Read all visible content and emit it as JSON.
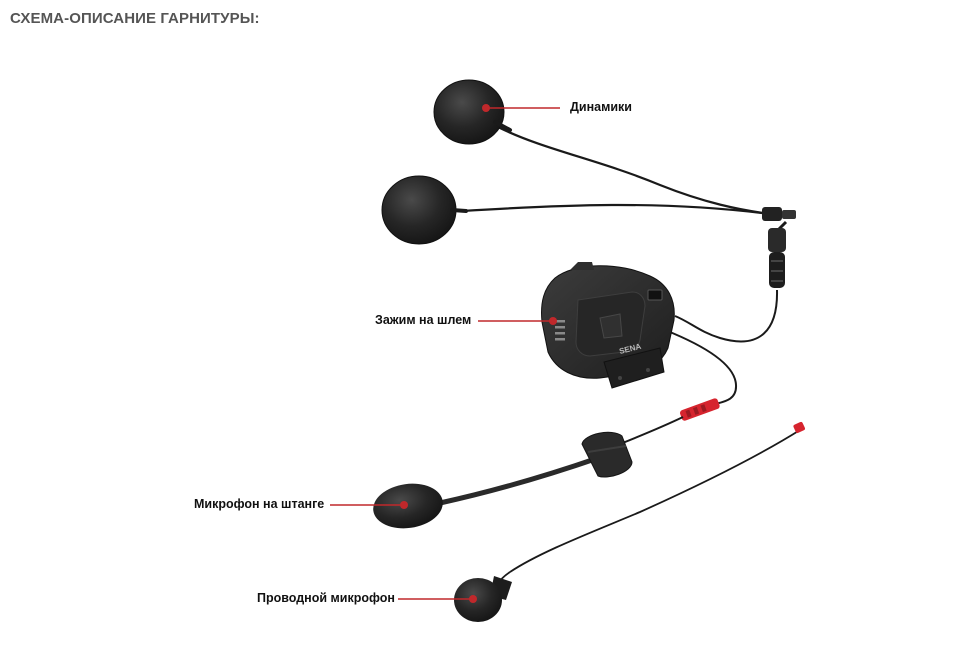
{
  "page": {
    "title": "СХЕМА-ОПИСАНИЕ ГАРНИТУРЫ:"
  },
  "colors": {
    "title_text": "#555555",
    "label_text": "#111111",
    "callout_red": "#c0282b",
    "device_dark": "#2b2b2b",
    "foam_dark": "#1f1f1f",
    "connector_red": "#d6242e"
  },
  "callouts": {
    "speakers": "Динамики",
    "helmet_clamp": "Зажим на шлем",
    "boom_mic": "Микрофон на штанге",
    "wired_mic": "Проводной микрофон"
  },
  "brand": {
    "logo_text": "SENA"
  }
}
